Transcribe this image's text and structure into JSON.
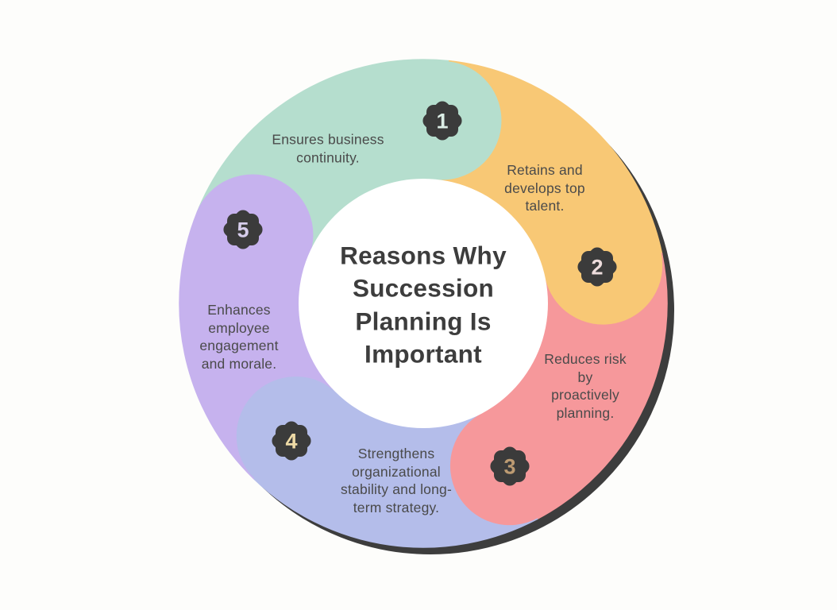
{
  "background_color": "#fdfdfb",
  "shadow_color": "#3d3d3d",
  "badge_fill": "#3b3b3b",
  "center_fill": "#ffffff",
  "body_text_color": "#4a4a4a",
  "title": {
    "text": "Reasons Why\nSuccession\nPlanning Is\nImportant",
    "color": "#3d3d3d"
  },
  "segments": [
    {
      "number": "1",
      "label": "Ensures business\ncontinuity.",
      "color": "#b5dece",
      "number_color": "#dceee6"
    },
    {
      "number": "2",
      "label": "Retains and\ndevelops top\ntalent.",
      "color": "#f8c875",
      "number_color": "#eddcdc"
    },
    {
      "number": "3",
      "label": "Reduces risk\nby\nproactively\nplanning.",
      "color": "#f6989b",
      "number_color": "#bd9b72"
    },
    {
      "number": "4",
      "label": "Strengthens\norganizational\nstability and long-\nterm strategy.",
      "color": "#b4bdea",
      "number_color": "#eedaa6"
    },
    {
      "number": "5",
      "label": "Enhances\nemployee\nengagement\nand morale.",
      "color": "#c6b2ee",
      "number_color": "#d6cdeb"
    }
  ]
}
